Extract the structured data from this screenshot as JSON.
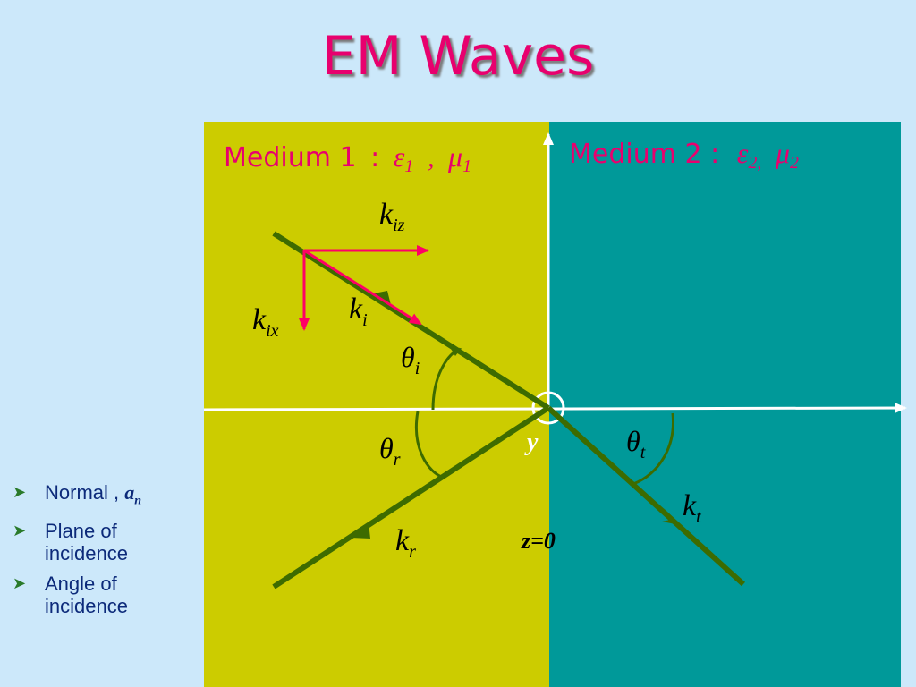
{
  "title": "EM Waves",
  "medium1": {
    "label": "Medium 1",
    "sep": ":",
    "eps": "ε",
    "eps_sub": "1",
    "comma": ",",
    "mu": "μ",
    "mu_sub": "1"
  },
  "medium2": {
    "label": "Medium 2 :",
    "eps": "ε",
    "eps_sub": "2,",
    "mu": "μ",
    "mu_sub": "2"
  },
  "labels": {
    "kiz": {
      "main": "k",
      "sub": "iz"
    },
    "kix": {
      "main": "k",
      "sub": "ix"
    },
    "ki": {
      "main": "k",
      "sub": "i"
    },
    "theta_i": {
      "main": "θ",
      "sub": "i"
    },
    "theta_r": {
      "main": "θ",
      "sub": "r"
    },
    "theta_t": {
      "main": "θ",
      "sub": "t"
    },
    "kr": {
      "main": "k",
      "sub": "r"
    },
    "kt": {
      "main": "k",
      "sub": "t"
    },
    "y": "y",
    "z0": "z=0"
  },
  "bullets": [
    {
      "text": "Normal , ",
      "sym": "a",
      "sym_sub": "n"
    },
    {
      "text": "Plane of incidence"
    },
    {
      "text": "Angle of incidence"
    }
  ],
  "colors": {
    "medium1": "#cccc00",
    "medium2": "#009999",
    "ray": "#3d6b00",
    "component_vectors": "#ff0066",
    "title": "#e8006e",
    "bullet_text": "#0c2a7a"
  }
}
